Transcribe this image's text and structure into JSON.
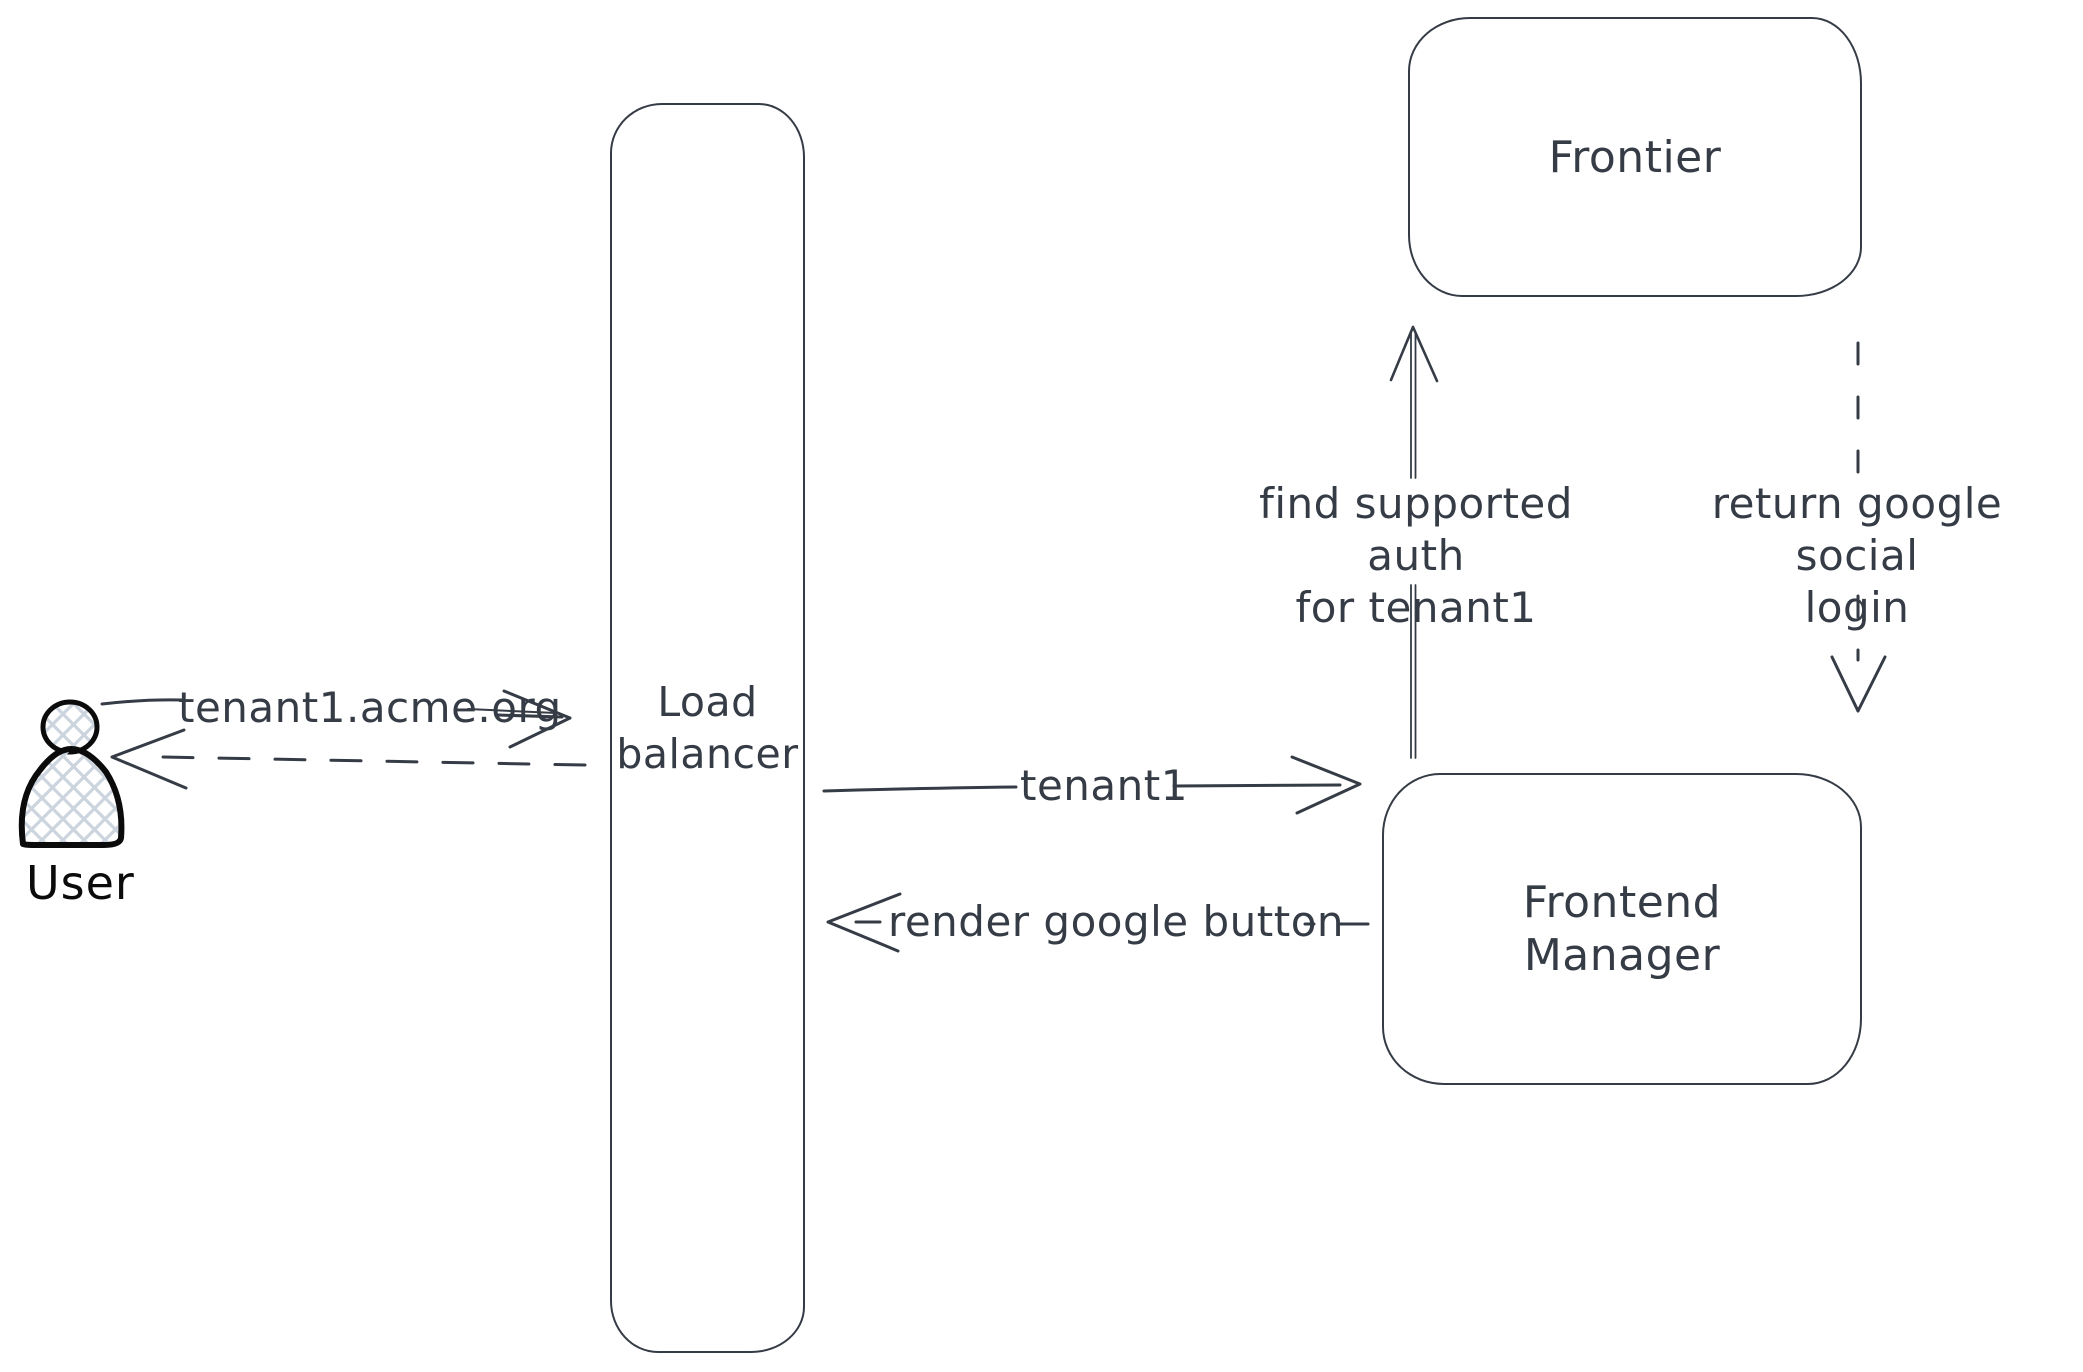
{
  "colors": {
    "ink": "#353c46",
    "user_ink": "#0b0b0b",
    "hatch_fill": "#ccd4de",
    "background": "#ffffff"
  },
  "nodes": {
    "frontier": {
      "label": "Frontier"
    },
    "load_balancer": {
      "line1": "Load",
      "line2": "balancer"
    },
    "frontend_manager": {
      "line1": "Frontend",
      "line2": "Manager"
    },
    "user": {
      "label": "User"
    }
  },
  "edges": {
    "user_to_lb": {
      "label": "tenant1.acme.org",
      "style": "solid"
    },
    "lb_to_user": {
      "style": "dashed"
    },
    "lb_to_fm": {
      "label": "tenant1",
      "style": "solid"
    },
    "fm_to_lb": {
      "label": "render google button",
      "style": "dashed"
    },
    "fm_to_frontier": {
      "line1": "find supported auth",
      "line2": "for tenant1",
      "style": "solid"
    },
    "frontier_return": {
      "line1": "return google social",
      "line2": "login",
      "style": "dashed"
    }
  }
}
